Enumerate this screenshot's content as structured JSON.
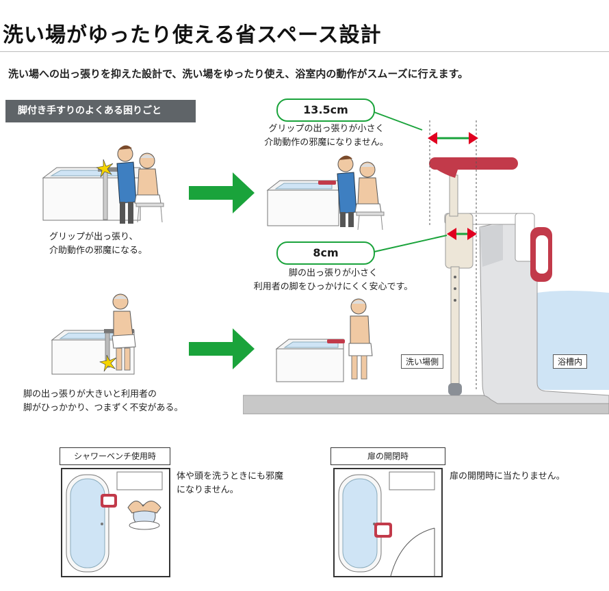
{
  "title": "洗い場がゆったり使える省スペース設計",
  "lead": "洗い場への出っ張りを抑えた設計で、洗い場をゆったり使え、浴室内の動作がスムーズに行えます。",
  "problem_tag": "脚付き手すりのよくある困りごと",
  "problems": [
    {
      "line1": "グリップが出っ張り、",
      "line2": "介助動作の邪魔になる。"
    },
    {
      "line1": "脚の出っ張りが大きいと利用者の",
      "line2": "脚がひっかかり、つまずく不安がある。"
    }
  ],
  "measures": [
    {
      "value": "13.5cm",
      "line1": "グリップの出っ張りが小さく",
      "line2": "介助動作の邪魔になりません。"
    },
    {
      "value": "8cm",
      "line1": "脚の出っ張りが小さく",
      "line2": "利用者の脚をひっかけにくく安心です。"
    }
  ],
  "side_labels": {
    "wash": "洗い場側",
    "tub": "浴槽内"
  },
  "scenarios": [
    {
      "label": "シャワーベンチ使用時",
      "desc_line1": "体や頭を洗うときにも邪魔",
      "desc_line2": "になりません。"
    },
    {
      "label": "扉の開閉時",
      "desc_line1": "扉の開閉時に当たりません。",
      "desc_line2": ""
    }
  ],
  "colors": {
    "accent_green": "#1aa33b",
    "grip_red": "#c23a4a",
    "water_blue": "#cfe4f5",
    "floor_gray": "#c8c8c8"
  }
}
